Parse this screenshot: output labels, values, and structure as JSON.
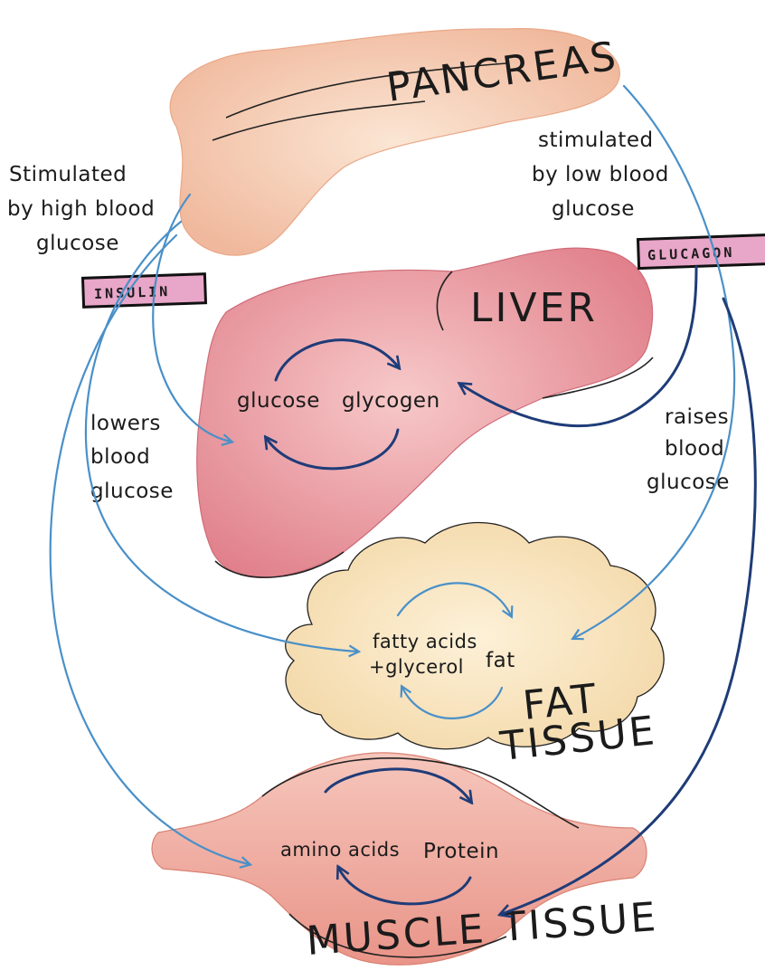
{
  "organs": {
    "pancreas": "PANCREAS",
    "liver": "LIVER",
    "fat_tissue_line1": "FAT",
    "fat_tissue_line2": "TISSUE",
    "muscle_tissue": "MUSCLE TISSUE"
  },
  "hormones": {
    "insulin": "INSULIN",
    "glucagon": "GLUCAGON"
  },
  "annotations": {
    "high_glucose": [
      "Stimulated",
      "by high blood",
      "glucose"
    ],
    "low_glucose": [
      "stimulated",
      "by low blood",
      "glucose"
    ],
    "lowers": [
      "lowers",
      "blood",
      "glucose"
    ],
    "raises": [
      "raises",
      "blood",
      "glucose"
    ]
  },
  "cycles": {
    "liver": [
      "glucose",
      "glycogen"
    ],
    "fat": [
      "fatty acids",
      "+glycerol",
      "fat"
    ],
    "muscle": [
      "amino acids",
      "Protein"
    ]
  },
  "colors": {
    "insulin_tag": "#e8a6c8",
    "glucagon_tag": "#e8a6c8",
    "arrow_light": "#4a90c8",
    "arrow_dark": "#1f3c78",
    "pancreas": "#f3c2a4",
    "liver": "#e78a94",
    "fat": "#f6ddb0",
    "muscle": "#eea59a"
  }
}
